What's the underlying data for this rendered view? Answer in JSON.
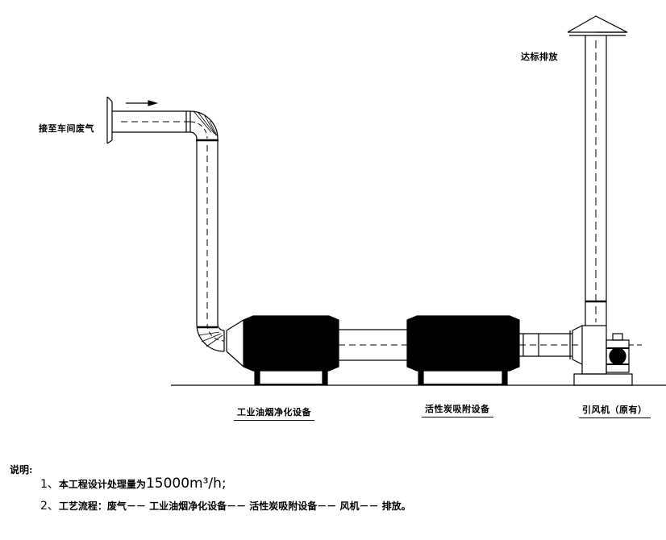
{
  "labels": {
    "inlet": "接至车间废气",
    "outlet": "达标排放",
    "oil_fume_unit": "工业油烟净化设备",
    "carbon_unit": "活性炭吸附设备",
    "fan_unit": "引风机（原有）"
  },
  "notes": {
    "heading": "说明:",
    "line1_num": "1、",
    "line1_text": "本工程设计处理量为",
    "line1_value": "15000m³/h;",
    "line2_num": "2、",
    "line2_text": "工艺流程：废气－－ 工业油烟净化设备－－ 活性炭吸附设备－－ 风机－－ 排放。"
  }
}
